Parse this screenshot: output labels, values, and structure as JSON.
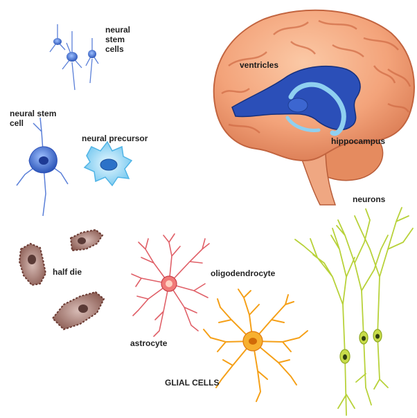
{
  "labels": {
    "neural_stem_cells": "neural\nstem\ncells",
    "neural_stem_cell": "neural stem\ncell",
    "neural_precursor": "neural precursor",
    "ventricles": "ventricles",
    "hippocampus": "hippocampus",
    "neurons": "neurons",
    "half_die": "half die",
    "oligodendrocyte": "oligodendrocyte",
    "astrocyte": "astrocyte",
    "glial_cells": "GLIAL CELLS"
  },
  "colors": {
    "brain": "#f3a37a",
    "brain_fold": "#d9734d",
    "ventricle": "#2b4fb8",
    "hippocampus": "#8fd0f0",
    "stem_cell": "#3d6fd0",
    "precursor": "#7fd0f5",
    "dying_cell": "#9c6b62",
    "astrocyte": "#e0505a",
    "oligodendrocyte": "#f5a018",
    "neuron": "#b8d23a"
  }
}
